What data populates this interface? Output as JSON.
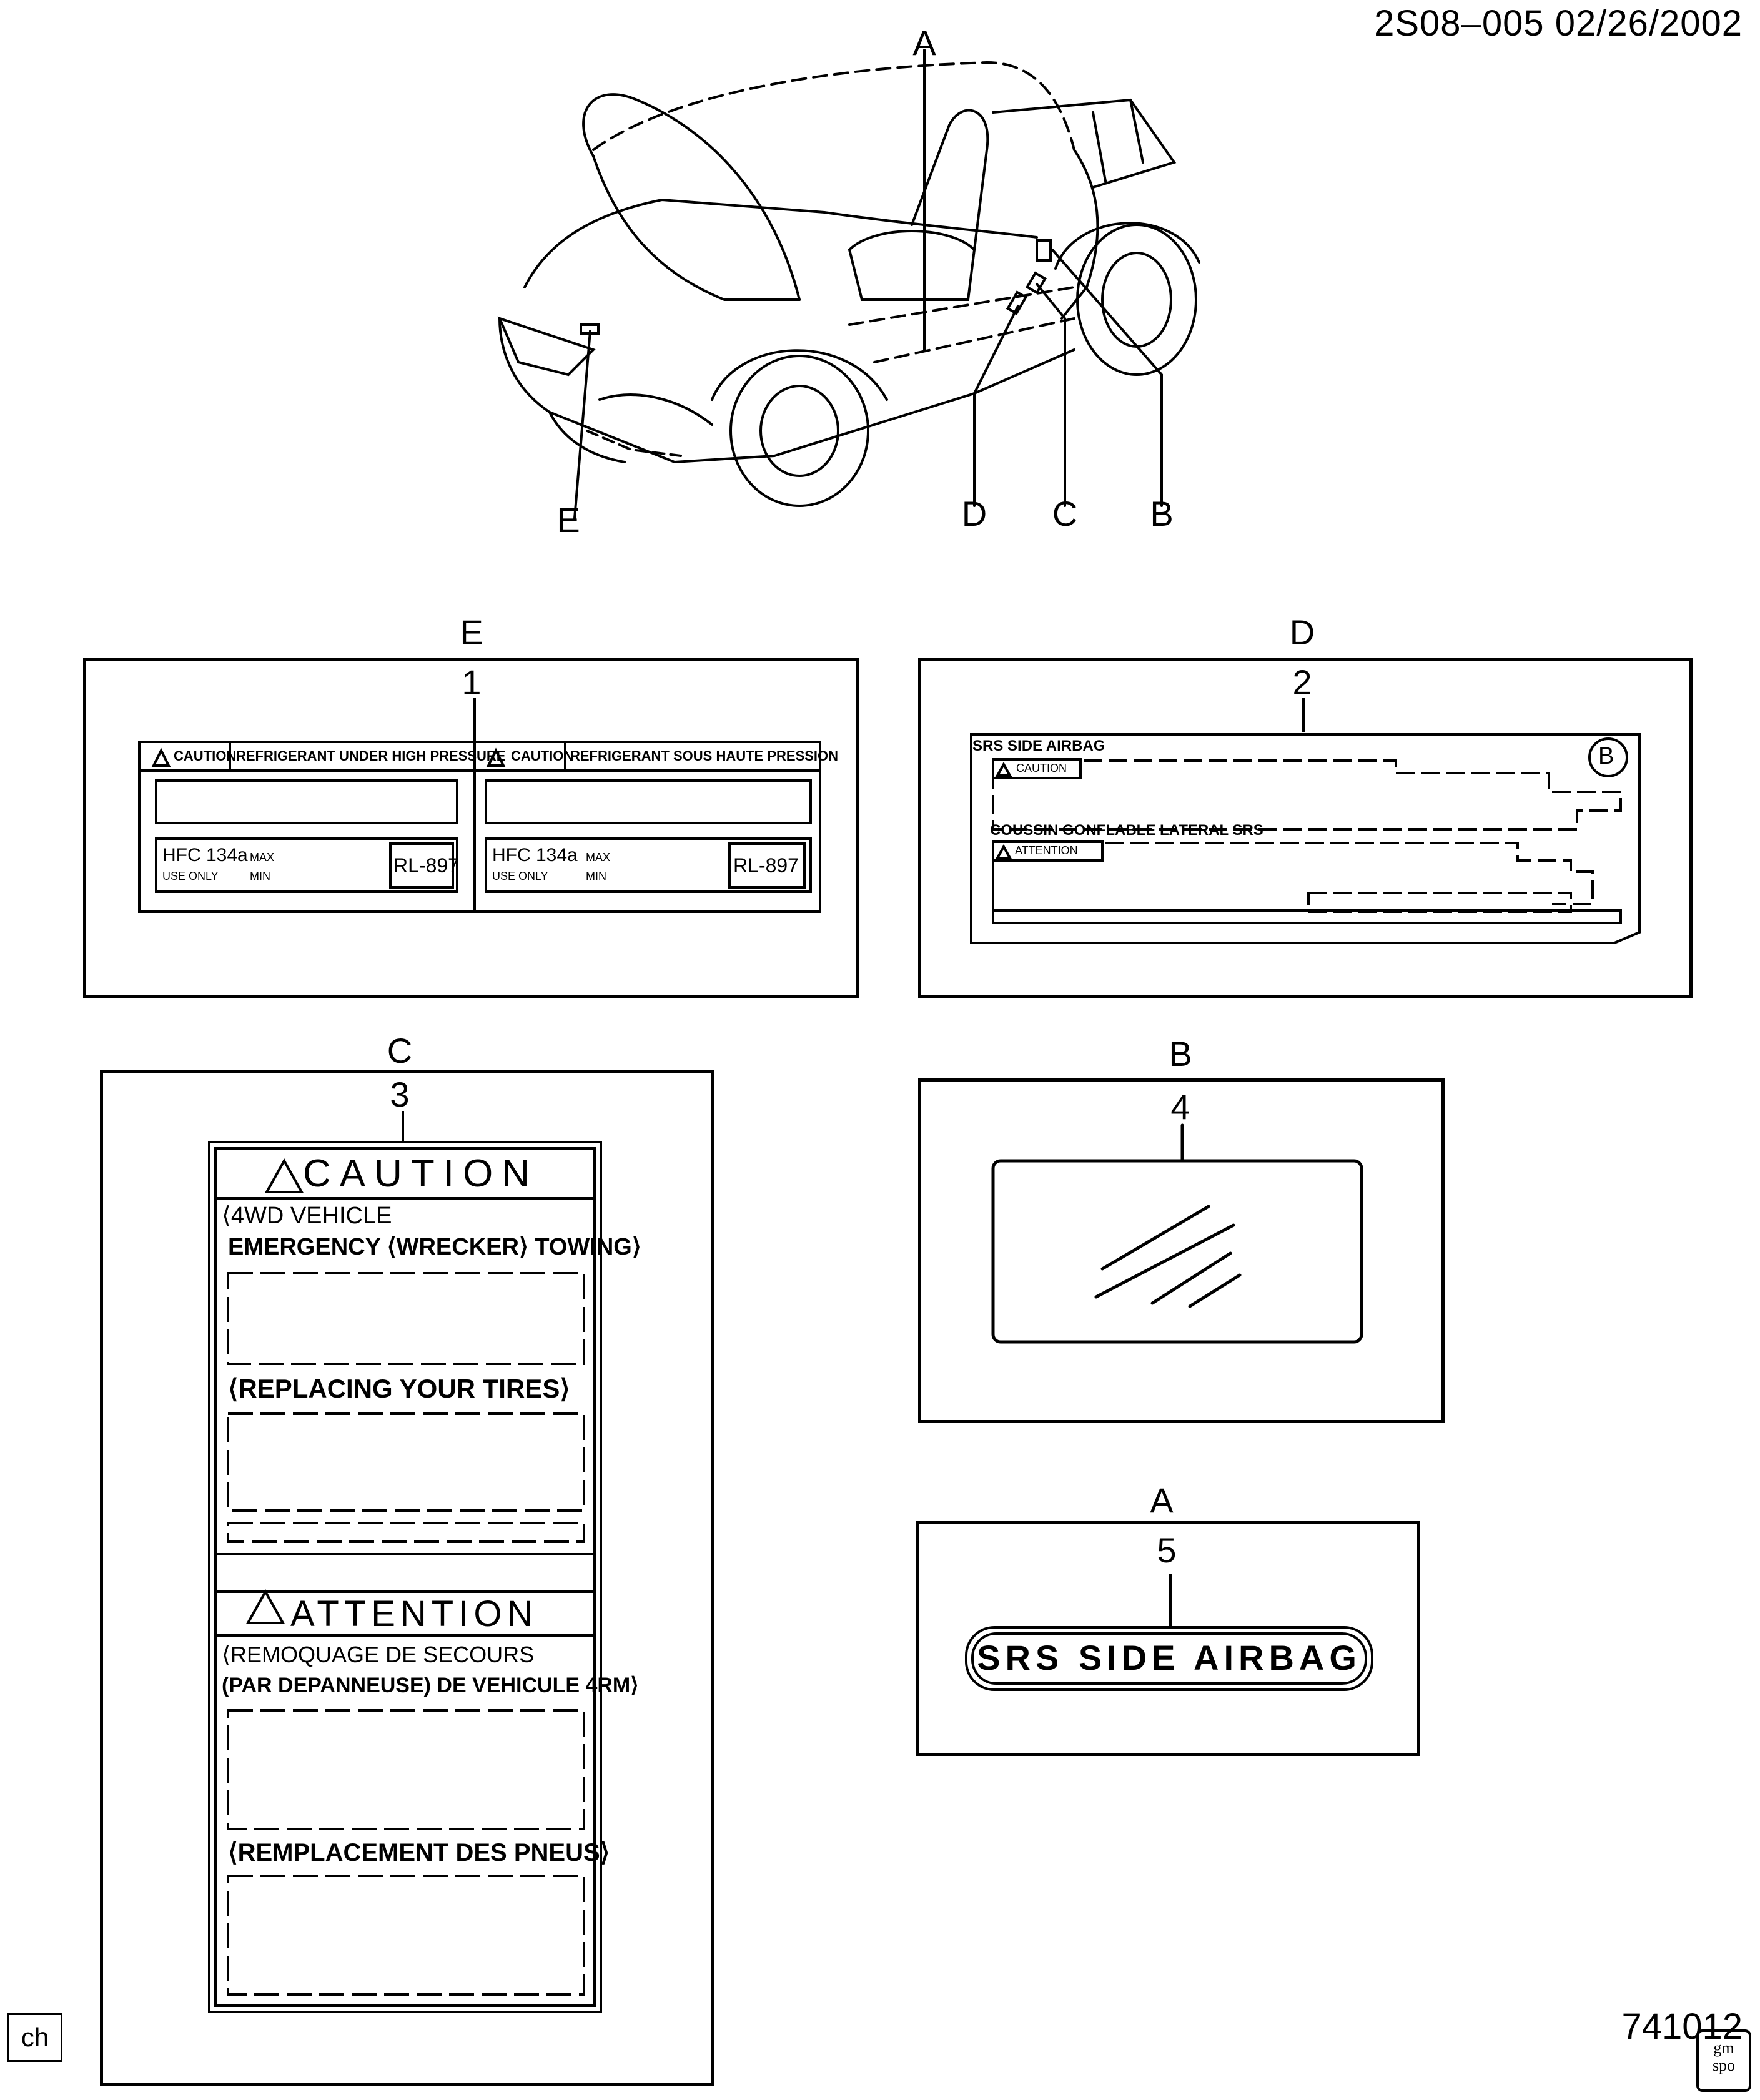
{
  "header": {
    "code": "2S08–005  02/26/2002"
  },
  "footer": {
    "code": "741012",
    "ch_label": "ch",
    "logo_text": "gm spo"
  },
  "vehicle": {
    "callouts": [
      "A",
      "B",
      "C",
      "D",
      "E"
    ]
  },
  "panels": {
    "E": {
      "letter": "E",
      "item": "1",
      "label": {
        "caution": "CAUTION",
        "en_title": "REFRIGERANT UNDER HIGH PRESSURE",
        "attention": "CAUTION",
        "fr_title": "REFRIGERANT SOUS HAUTE PRESSION",
        "refrigerant": "HFC 134a",
        "use_only": "USE ONLY",
        "max": "MAX",
        "min": "MIN",
        "code": "RL-897"
      }
    },
    "D": {
      "letter": "D",
      "item": "2",
      "label": {
        "title_en": "SRS SIDE AIRBAG",
        "caution": "CAUTION",
        "title_fr": "COUSSIN GONFLABLE LATERAL SRS",
        "attention": "ATTENTION",
        "badge": "B"
      }
    },
    "C": {
      "letter": "C",
      "item": "3",
      "label": {
        "caution": "CAUTION",
        "en_line1": "⟨4WD VEHICLE",
        "en_line2": "EMERGENCY ⟨WRECKER⟩ TOWING⟩",
        "en_tires": "⟨REPLACING YOUR TIRES⟩",
        "attention": "ATTENTION",
        "fr_line1": "⟨REMOQUAGE DE SECOURS",
        "fr_line2": "(PAR DEPANNEUSE) DE VEHICULE 4RM⟩",
        "fr_tires": "⟨REMPLACEMENT DES PNEUS⟩"
      }
    },
    "B": {
      "letter": "B",
      "item": "4"
    },
    "A": {
      "letter": "A",
      "item": "5",
      "label": {
        "text": "SRS SIDE AIRBAG"
      }
    }
  }
}
